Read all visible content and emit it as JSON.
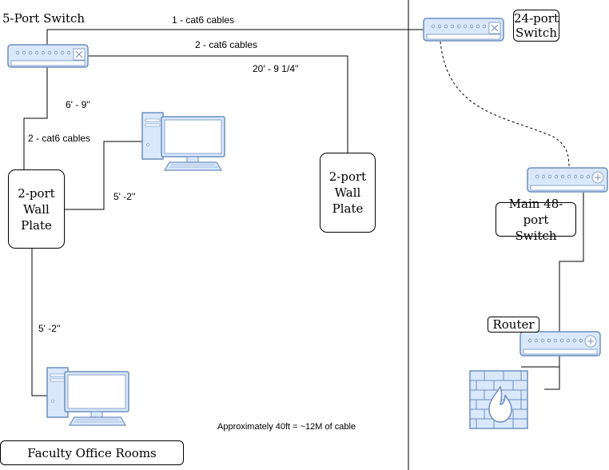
{
  "labels": {
    "switch5": "5-Port Switch",
    "cable1": "1 - cat6 cables",
    "cable2": "2 - cat6 cables",
    "dist20": "20' - 9 1/4''",
    "dist6": "6' - 9''",
    "cable2left": "2 - cat6 cables",
    "dist5a": "5' -2''",
    "dist5b": "5' -2''",
    "router": "Router",
    "footnote": "Approximately 40ft = ~12M of cable"
  },
  "boxes": {
    "switch24": "24-port\nSwitch",
    "wallplate_left": "2-port\nWall\nPlate",
    "wallplate_mid": "2-port\nWall\nPlate",
    "switch48": "Main 48-port\nSwitch",
    "faculty": "Faculty Office Rooms"
  },
  "colors": {
    "device_fill": "#dae8fc",
    "device_stroke": "#6c8ebf",
    "brick_stroke": "#6c8ebf",
    "line": "#000000"
  },
  "icons": [
    "switch-icon",
    "router-icon",
    "desktop-computer-icon",
    "firewall-icon"
  ]
}
